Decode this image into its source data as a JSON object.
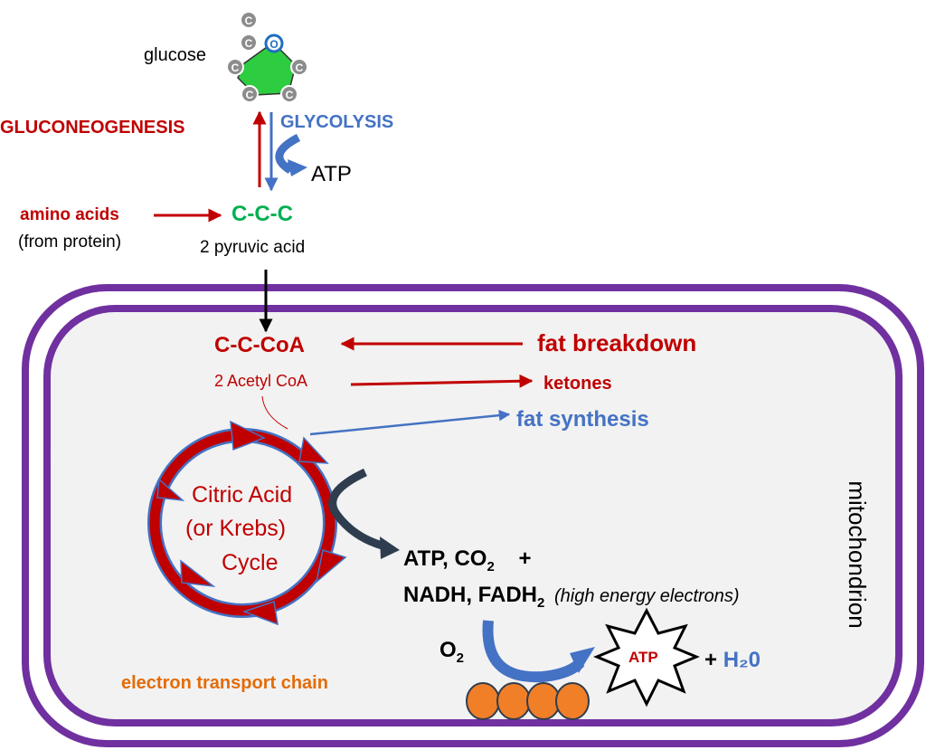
{
  "colors": {
    "red": "#c00000",
    "blue": "#4472c4",
    "green": "#00b050",
    "orange": "#e36c09",
    "purple": "#7030a0",
    "membrane_fill": "#f2f2f2",
    "glucose_fill": "#2ecc40",
    "atom_grey": "#8c8c8c",
    "dark_arrow": "#2f3d4f",
    "carrier_orange": "#f07f28"
  },
  "glucose": {
    "label": "glucose",
    "carbon_symbol": "C",
    "oxygen_symbol": "O"
  },
  "pathways": {
    "gluconeogenesis": "GLUCONEOGENESIS",
    "glycolysis": "GLYCOLYSIS",
    "glycolysis_atp": "ATP"
  },
  "amino_acids": {
    "label": "amino acids",
    "source": "(from protein)"
  },
  "pyruvate": {
    "formula": "C-C-C",
    "label": "2 pyruvic acid"
  },
  "acetyl": {
    "formula": "C-C-CoA",
    "label": "2 Acetyl CoA"
  },
  "fat_breakdown": "fat breakdown",
  "ketones": "ketones",
  "fat_synthesis": "fat synthesis",
  "citric_cycle": {
    "line1": "Citric Acid",
    "line2": "(or Krebs)",
    "line3": "Cycle"
  },
  "products": {
    "line1_prefix": "ATP, CO",
    "line1_sub": "2",
    "line1_plus": "+",
    "line2_prefix": "NADH, FADH",
    "line2_sub": "2",
    "line2_note": "(high energy electrons)"
  },
  "oxygen": {
    "symbol": "O",
    "sub": "2"
  },
  "etc_atp": "ATP",
  "water": {
    "plus": "+",
    "formula": "H₂0"
  },
  "electron_transport_chain": "electron transport chain",
  "mitochondrion": "mitochondrion"
}
